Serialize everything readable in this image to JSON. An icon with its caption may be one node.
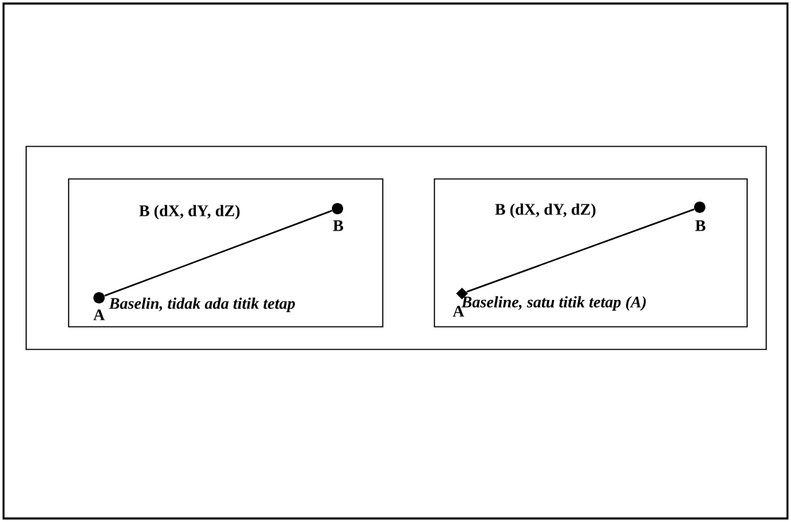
{
  "diagram": {
    "nodes": [
      {
        "text": [],
        "shape": "box"
      },
      {
        "text": [
          "Baselin,  tidak ada titik tetap"
        ],
        "in": 0
      },
      {
        "text": [
          "Baseline, satu  titik tetap (A)"
        ],
        "in": 0
      },
      {
        "text": [],
        "shape": "circle",
        "in": 1,
        "beside": [
          "A"
        ]
      },
      {
        "text": [],
        "shape": "circle",
        "in": 1,
        "beside": [
          "B"
        ]
      },
      {
        "text": [],
        "shape": "diamond",
        "in": 2,
        "beside": [
          "A"
        ]
      },
      {
        "text": [],
        "shape": "circle",
        "in": 2,
        "beside": [
          "B"
        ]
      }
    ],
    "edges": [
      {
        "from": 3,
        "to": 4,
        "arrow": "none",
        "label": "B (dX, dY, dZ)"
      },
      {
        "from": 5,
        "to": 6,
        "arrow": "none",
        "label": "B (dX, dY, dZ)"
      }
    ]
  }
}
